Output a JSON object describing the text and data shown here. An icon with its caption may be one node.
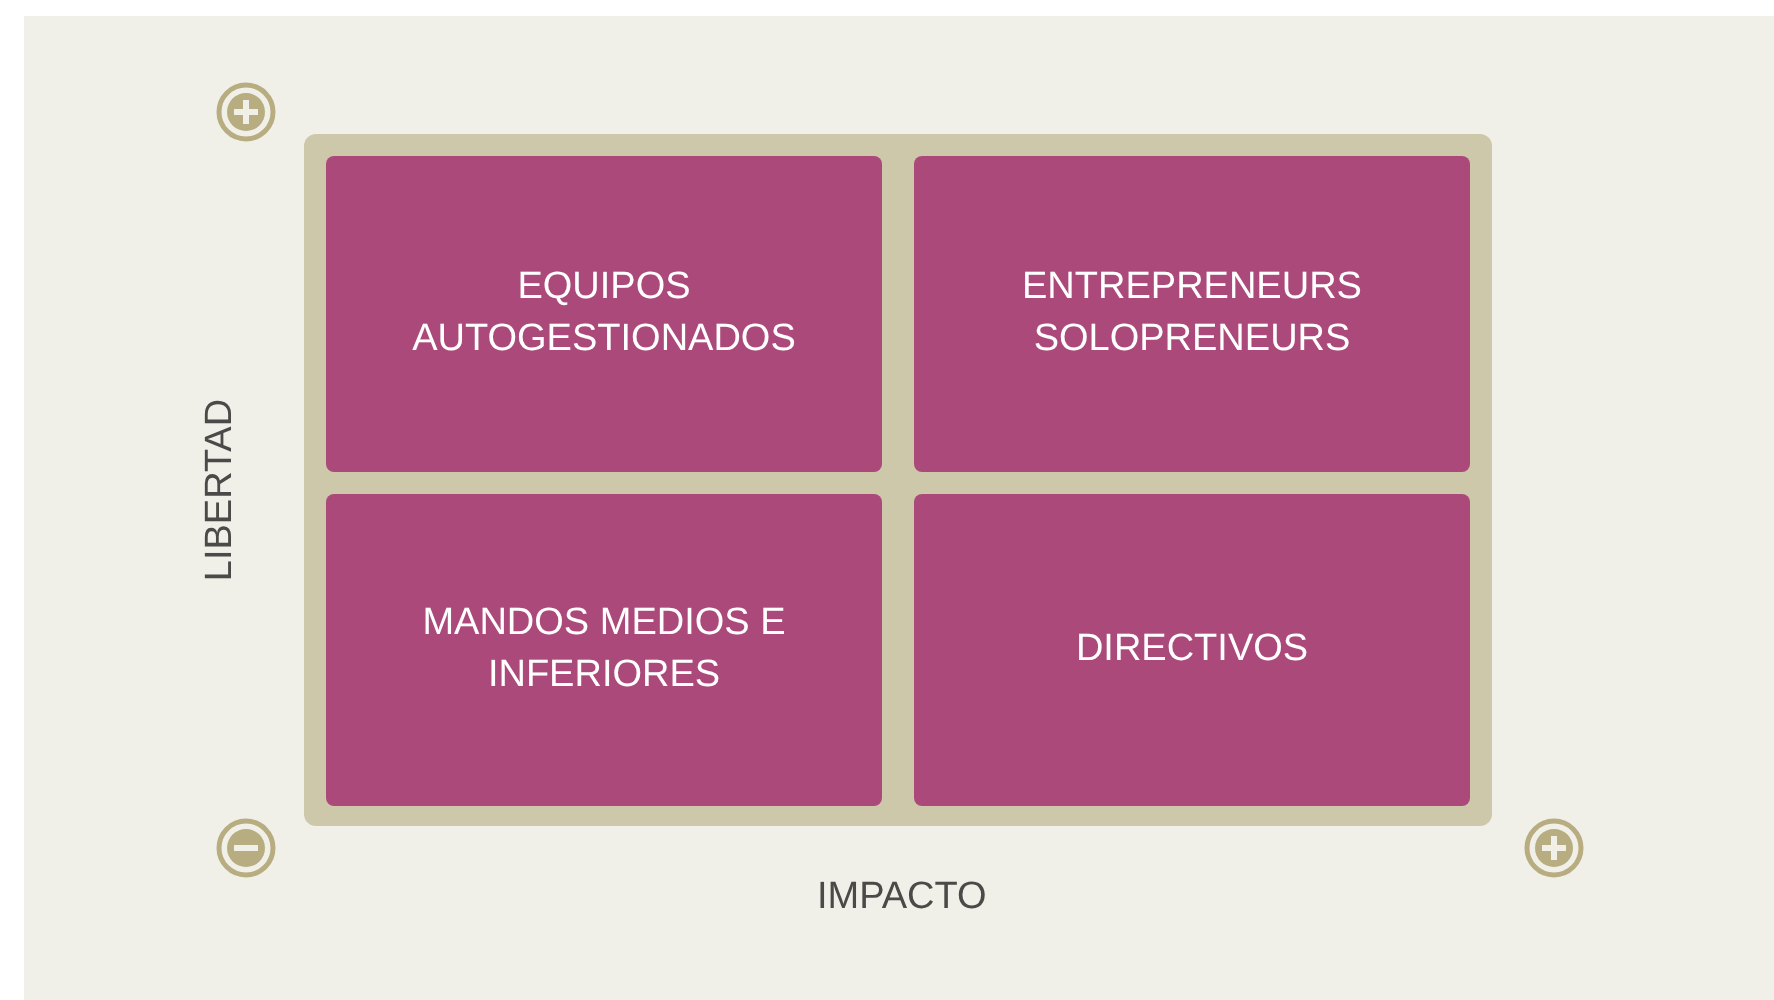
{
  "diagram": {
    "nodes": [
      {
        "text": [
          "EQUIPOS AUTOGESTIONADOS"
        ]
      },
      {
        "text": [
          "ENTREPRENEURS SOLOPRENEURS"
        ]
      },
      {
        "text": [
          "MANDOS MEDIOS E INFERIORES"
        ]
      },
      {
        "text": [
          "DIRECTIVOS"
        ]
      }
    ],
    "labels": [
      "LIBERTAD",
      "IMPACTO"
    ]
  }
}
